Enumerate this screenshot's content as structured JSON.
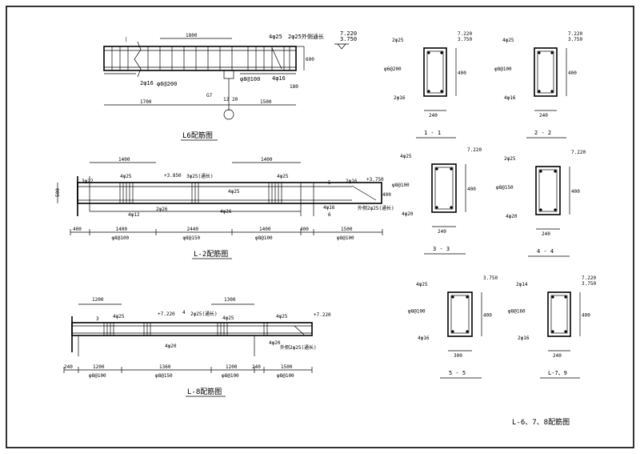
{
  "sheet_title": "L-6、7、8配筋图",
  "l6": {
    "title": "L6配筋图",
    "dim_1800": "1800",
    "dim_1700": "1700",
    "dim_1500": "1500",
    "dim_600": "600",
    "dim_180": "180",
    "top_bar": "4φ25",
    "side_bar": "2φ25外侧通长",
    "bot_bar": "2φ16",
    "stirrup_a": "φ6@200",
    "stirrup_b": "φ8@100",
    "bot_bar2": "4φ16",
    "elev_1": "7.220",
    "elev_2": "3.750",
    "g7": "G7",
    "l2d": "12",
    "r20": "20"
  },
  "l2": {
    "title": "L-2配筋图",
    "top_1400a": "1400",
    "top_1400b": "1400",
    "h500": "500",
    "bar_3_22": "3φ22",
    "bar_4_25a": "4φ25",
    "elev_3850": "+3.850",
    "bar_3_25": "3φ25(通长)",
    "bar_4_25b": "4φ25",
    "bar_4_25c": "4φ25",
    "elev_3750": "+3.750",
    "sec5": "5",
    "sec6": "6",
    "bar_2_16": "2φ16",
    "bar_2_26": "2φ26",
    "bar_4_12": "4φ12",
    "bar_4_16": "4φ16",
    "bar_4_26": "4φ26",
    "h400": "400",
    "outer_note": "外侧2φ25(通长)",
    "bottom_dims": [
      "400",
      "1400",
      "2440",
      "1400",
      "400",
      "1500"
    ],
    "stirrups": [
      "φ8@100",
      "φ8@150",
      "φ8@100",
      "φ8@100"
    ]
  },
  "l8": {
    "title": "L-8配筋图",
    "top_1200a": "1200",
    "top_1300": "1300",
    "bar_4_25a": "4φ25",
    "elev_7220a": "+7.220",
    "bar_2_25": "2φ25(通长)",
    "bar_4_25b": "4φ25",
    "bar_4_25c": "4φ25",
    "elev_7220b": "+7.220",
    "sec3": "3",
    "sec4": "4",
    "bar_4_20a": "4φ20",
    "bar_4_20b": "4φ20",
    "outer_note": "外侧2φ25(通长)",
    "bottom_dims": [
      "240",
      "1200",
      "1360",
      "1200",
      "240",
      "1500"
    ],
    "stirrups": [
      "φ8@100",
      "φ8@150",
      "φ8@100",
      "φ8@100"
    ]
  },
  "sections": [
    {
      "label": "1 - 1",
      "top": "2φ25",
      "side": "φ6@200",
      "bot": "2φ16",
      "width": "240",
      "height": "400",
      "e1": "7.220",
      "e2": "3.750"
    },
    {
      "label": "2 - 2",
      "top": "4φ25",
      "side": "φ8@100",
      "bot": "4φ16",
      "width": "240",
      "height": "400",
      "e1": "7.220",
      "e2": "3.750"
    },
    {
      "label": "3 - 3",
      "top": "4φ25",
      "side": "φ8@100",
      "bot": "4φ20",
      "width": "240",
      "height": "400",
      "e1": "7.220"
    },
    {
      "label": "4 - 4",
      "top": "2φ25",
      "side": "φ8@150",
      "bot": "4φ20",
      "width": "240",
      "height": "400",
      "e1": "7.220"
    },
    {
      "label": "5 - 5",
      "top": "4φ25",
      "side": "φ8@100",
      "bot": "4φ16",
      "width": "300",
      "height": "400",
      "e1": "3.750"
    },
    {
      "label": "L-7、9",
      "top": "2φ14",
      "side": "φ8@160",
      "bot": "2φ16",
      "width": "240",
      "height": "400",
      "e1": "7.220",
      "e2": "3.750"
    }
  ]
}
